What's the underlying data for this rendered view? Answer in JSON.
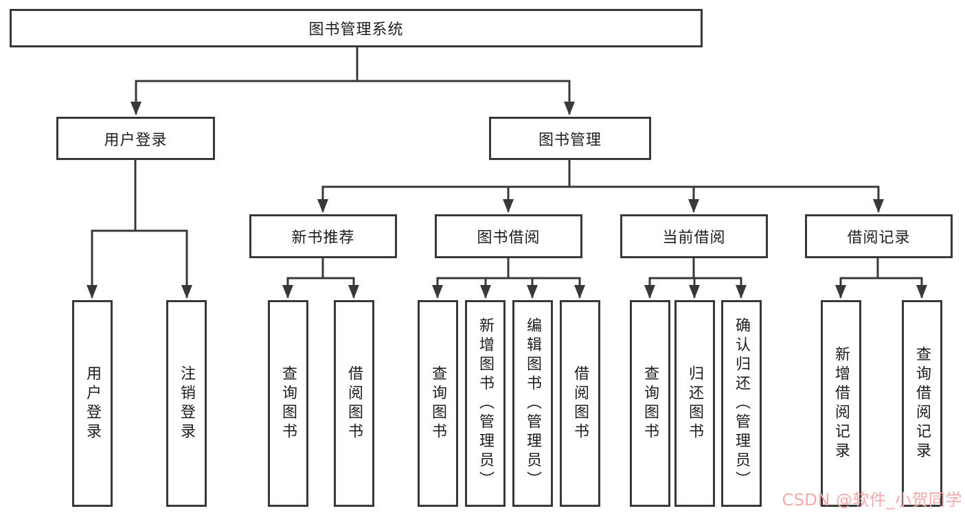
{
  "tree": {
    "label": "图书管理系统",
    "children": [
      {
        "label": "用户登录",
        "children": [
          {
            "label": "用户登录"
          },
          {
            "label": "注销登录"
          }
        ]
      },
      {
        "label": "图书管理",
        "children": [
          {
            "label": "新书推荐",
            "children": [
              {
                "label": "查询图书"
              },
              {
                "label": "借阅图书"
              }
            ]
          },
          {
            "label": "图书借阅",
            "children": [
              {
                "label": "查询图书"
              },
              {
                "label": "新增图书（管理员）"
              },
              {
                "label": "编辑图书（管理员）"
              },
              {
                "label": "借阅图书"
              }
            ]
          },
          {
            "label": "当前借阅",
            "children": [
              {
                "label": "查询图书"
              },
              {
                "label": "归还图书"
              },
              {
                "label": "确认归还（管理员）"
              }
            ]
          },
          {
            "label": "借阅记录",
            "children": [
              {
                "label": "新增借阅记录"
              },
              {
                "label": "查询借阅记录"
              }
            ]
          }
        ]
      }
    ]
  },
  "watermark": "CSDN @软件_小贺同学",
  "colors": {
    "line": "#383838",
    "box_border": "#383838",
    "text": "#1d1d1d",
    "watermark": "#f5a9a9",
    "background": "#ffffff"
  }
}
